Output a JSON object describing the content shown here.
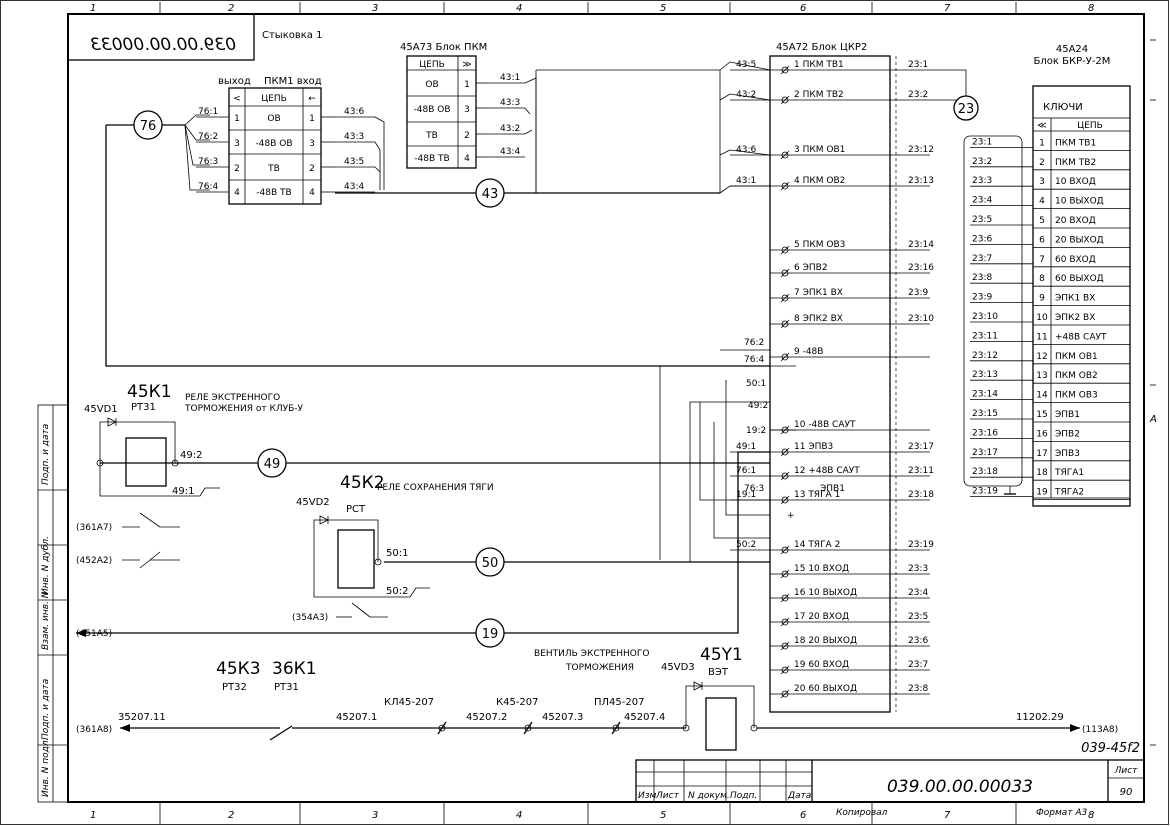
{
  "sheet": {
    "stamp_code": "039.00.00.00033",
    "doc_number": "039.00.00.00033",
    "drawing_ref": "039-45f2",
    "sheet_label": "Лист",
    "sheet_number": "90",
    "copied": "Копировал",
    "format": "Формат  А3",
    "zone_letter": "А",
    "zones": [
      "1",
      "2",
      "3",
      "4",
      "5",
      "6",
      "7",
      "8"
    ],
    "title_cols": [
      "Изм",
      "Лист",
      "N докум.",
      "Подп.",
      "Дата"
    ],
    "side_cols": [
      "Инв. N подл.",
      "Подп. и дата",
      "Взам. инв. N",
      "Инв. N дубл.",
      "Подп. и дата"
    ]
  },
  "pkm_dock": {
    "title": "Стыковка 1",
    "left_head": "выход",
    "right_head": "ПКМ1 вход",
    "head_symbols": [
      "<",
      "ЦЕПЬ",
      "←"
    ],
    "rows": [
      {
        "l": "1",
        "name": "ОВ",
        "r": "1"
      },
      {
        "l": "3",
        "name": "-48В ОВ",
        "r": "3"
      },
      {
        "l": "2",
        "name": "ТВ",
        "r": "2"
      },
      {
        "l": "4",
        "name": "-48В ТВ",
        "r": "4"
      }
    ],
    "left_pins": [
      "76:1",
      "76:2",
      "76:3",
      "76:4"
    ],
    "right_pins": [
      "43:6",
      "43:3",
      "43:5",
      "43:4"
    ]
  },
  "pkm_block": {
    "title": "45А73 Блок ПКМ",
    "head": [
      "ЦЕПЬ",
      "≫"
    ],
    "rows": [
      {
        "name": "ОВ",
        "n": "1"
      },
      {
        "name": "-48В ОВ",
        "n": "3"
      },
      {
        "name": "ТВ",
        "n": "2"
      },
      {
        "name": "-48В ТВ",
        "n": "4"
      }
    ],
    "pins": [
      "43:1",
      "43:3",
      "43:2",
      "43:4"
    ]
  },
  "ckr_block": {
    "title": "45А72  Блок ЦКР2",
    "rows": [
      {
        "n": "1",
        "name": "ПКМ ТВ1",
        "in": "43:5",
        "out": "23:1"
      },
      {
        "n": "2",
        "name": "ПКМ ТВ2",
        "in": "43:2",
        "out": "23:2"
      },
      {
        "n": "3",
        "name": "ПКМ ОВ1",
        "in": "43:6",
        "out": "23:12"
      },
      {
        "n": "4",
        "name": "ПКМ ОВ2",
        "in": "43:1",
        "out": "23:13"
      },
      {
        "n": "5",
        "name": "ПКМ ОВ3",
        "in": "",
        "out": "23:14"
      },
      {
        "n": "6",
        "name": "ЭПВ2",
        "in": "",
        "out": "23:16"
      },
      {
        "n": "7",
        "name": "ЭПК1 ВХ",
        "in": "",
        "out": "23:9"
      },
      {
        "n": "8",
        "name": "ЭПК2 ВХ",
        "in": "",
        "out": "23:10"
      },
      {
        "n": "9",
        "name": "-48В",
        "in": "",
        "out": ""
      },
      {
        "n": "10",
        "name": "-48В САУТ",
        "in": "",
        "out": ""
      },
      {
        "n": "11",
        "name": "ЭПВ3",
        "in": "49:1",
        "out": "23:17"
      },
      {
        "n": "12",
        "name": "+48В САУТ",
        "in": "76:1",
        "out": "23:11"
      },
      {
        "n": "13",
        "name": "ТЯГА 1",
        "in": "19:1",
        "out": "23:18"
      },
      {
        "n": "14",
        "name": "ТЯГА 2",
        "in": "50:2",
        "out": "23:19"
      },
      {
        "n": "15",
        "name": "10 ВХОД",
        "in": "",
        "out": "23:3"
      },
      {
        "n": "16",
        "name": "10 ВЫХОД",
        "in": "",
        "out": "23:4"
      },
      {
        "n": "17",
        "name": "20 ВХОД",
        "in": "",
        "out": "23:5"
      },
      {
        "n": "18",
        "name": "20 ВЫХОД",
        "in": "",
        "out": "23:6"
      },
      {
        "n": "19",
        "name": "60 ВХОД",
        "in": "",
        "out": "23:7"
      },
      {
        "n": "20",
        "name": "60 ВЫХОД",
        "in": "",
        "out": "23:8"
      }
    ],
    "row9_pins": [
      "76:2",
      "76:4",
      "50:1"
    ],
    "row10_pins": [
      "49:2",
      "19:2"
    ],
    "row13_pins": [
      "76:3"
    ],
    "row13_label": "ЭПВ1",
    "row13_plus": "+"
  },
  "bkr_block": {
    "title1": "45А24",
    "title2": "Блок БКР-У-2М",
    "keys": "КЛЮЧИ",
    "head": [
      "≪",
      "ЦЕПЬ"
    ],
    "rows": [
      {
        "n": "1",
        "name": "ПКМ ТВ1",
        "pin": "23:1"
      },
      {
        "n": "2",
        "name": "ПКМ ТВ2",
        "pin": "23:2"
      },
      {
        "n": "3",
        "name": "10 ВХОД",
        "pin": "23:3"
      },
      {
        "n": "4",
        "name": "10 ВЫХОД",
        "pin": "23:4"
      },
      {
        "n": "5",
        "name": "20 ВХОД",
        "pin": "23:5"
      },
      {
        "n": "6",
        "name": "20 ВЫХОД",
        "pin": "23:6"
      },
      {
        "n": "7",
        "name": "60 ВХОД",
        "pin": "23:7"
      },
      {
        "n": "8",
        "name": "60 ВЫХОД",
        "pin": "23:8"
      },
      {
        "n": "9",
        "name": "ЭПК1 ВХ",
        "pin": "23:9"
      },
      {
        "n": "10",
        "name": "ЭПК2 ВХ",
        "pin": "23:10"
      },
      {
        "n": "11",
        "name": "+48В САУТ",
        "pin": "23:11"
      },
      {
        "n": "12",
        "name": "ПКМ ОВ1",
        "pin": "23:12"
      },
      {
        "n": "13",
        "name": "ПКМ ОВ2",
        "pin": "23:13"
      },
      {
        "n": "14",
        "name": "ПКМ ОВ3",
        "pin": "23:14"
      },
      {
        "n": "15",
        "name": "ЭПВ1",
        "pin": "23:15"
      },
      {
        "n": "16",
        "name": "ЭПВ2",
        "pin": "23:16"
      },
      {
        "n": "17",
        "name": "ЭПВ3",
        "pin": "23:17"
      },
      {
        "n": "18",
        "name": "ТЯГА1",
        "pin": "23:18"
      },
      {
        "n": "19",
        "name": "ТЯГА2",
        "pin": "23:19"
      }
    ]
  },
  "bubbles": {
    "b76": "76",
    "b43": "43",
    "b23": "23",
    "b49": "49",
    "b50": "50",
    "b19": "19"
  },
  "relay1": {
    "id": "45К1",
    "type": "РТ31",
    "diode": "45VD1",
    "desc1": "РЕЛЕ ЭКСТРЕННОГО",
    "desc2": "ТОРМОЖЕНИЯ от КЛУБ-У",
    "pin_a": "49:2",
    "pin_b": "49:1"
  },
  "relay2": {
    "id": "45К2",
    "type": "РСТ",
    "diode": "45VD2",
    "desc": "РЕЛЕ СОХРАНЕНИЯ ТЯГИ",
    "pin_a": "50:1",
    "pin_b": "50:2"
  },
  "refs": {
    "r361A7": "(361А7)",
    "r452A2": "(452А2)",
    "r354A3": "(354А3)",
    "r451A5": "(451А5)",
    "r361A8": "(361А8)",
    "r113A8": "(113А8)"
  },
  "bottom_line": {
    "k3_id": "45К3",
    "k3_type": "РТ32",
    "k1_id": "36К1",
    "k1_type": "РТ31",
    "wire1": "35207.11",
    "w2": "45207.1",
    "w3": "45207.2",
    "w4": "45207.3",
    "w5": "45207.4",
    "w6": "11202.29",
    "kl1": "КЛ45-207",
    "kl2": "К45-207",
    "kl3": "ПЛ45-207",
    "valve_id": "45Y1",
    "valve_type": "ВЭТ",
    "valve_diode": "45VD3",
    "valve_desc1": "ВЕНТИЛЬ ЭКСТРЕННОГО",
    "valve_desc2": "ТОРМОЖЕНИЯ"
  }
}
